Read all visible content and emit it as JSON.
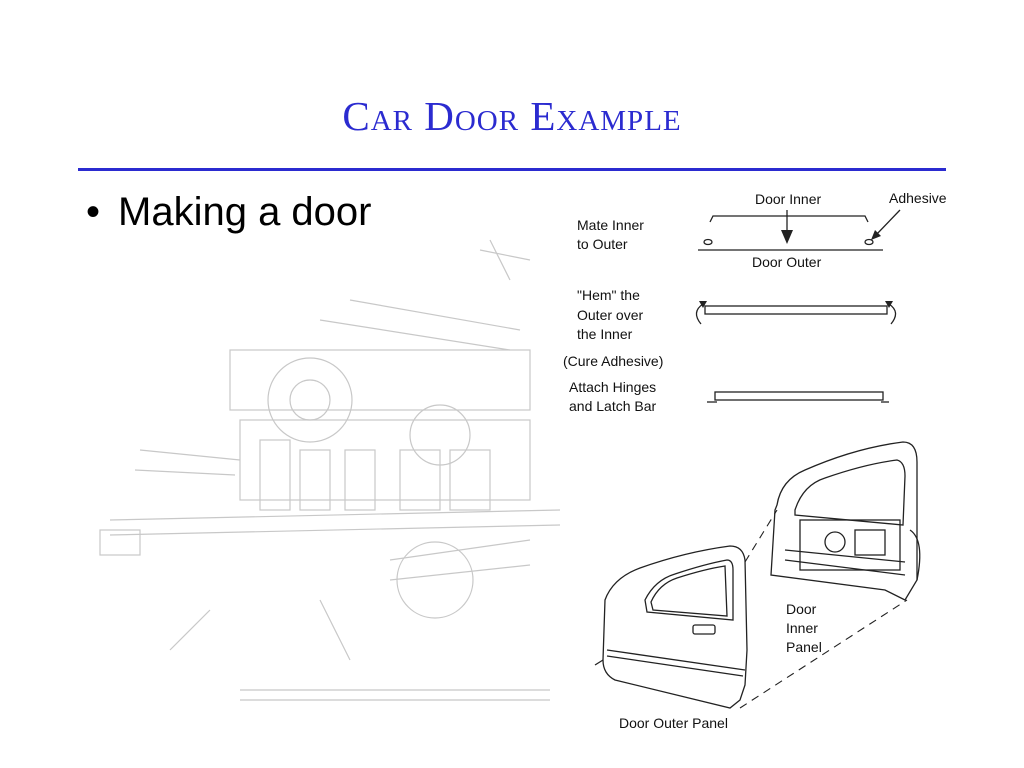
{
  "slide": {
    "title": "Car Door Example",
    "bullets": [
      "Making a door"
    ]
  },
  "diagram": {
    "labels": {
      "door_inner": "Door Inner",
      "adhesive": "Adhesive",
      "mate_line1": "Mate Inner",
      "mate_line2": "to Outer",
      "door_outer": "Door Outer",
      "hem_line1": "\"Hem\" the",
      "hem_line2": "Outer over",
      "hem_line3": "the Inner",
      "cure": "(Cure Adhesive)",
      "attach_line1": "Attach Hinges",
      "attach_line2": "and Latch Bar",
      "inner_panel_line1": "Door",
      "inner_panel_line2": "Inner",
      "inner_panel_line3": "Panel",
      "outer_panel": "Door Outer Panel"
    }
  },
  "colors": {
    "title": "#2b2bd0",
    "rule": "#2b2bd0",
    "text": "#000000"
  }
}
